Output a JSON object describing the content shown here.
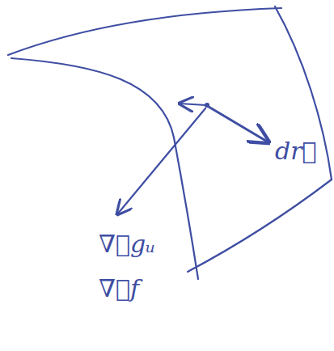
{
  "diagram": {
    "labels": [
      "dr⃗",
      "∇⃗gᵤ",
      "∇⃗f"
    ]
  }
}
